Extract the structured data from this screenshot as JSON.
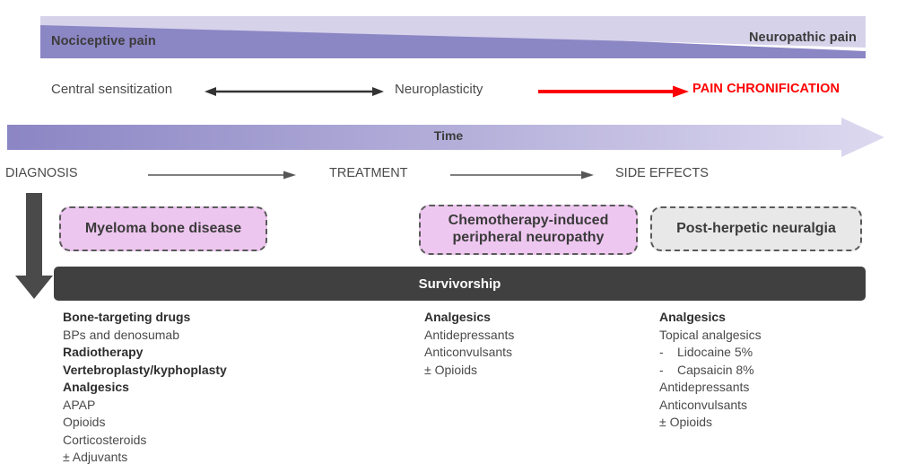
{
  "banner": {
    "left_label": "Nociceptive pain",
    "right_label": "Neuropathic pain",
    "colors": {
      "nociceptive_wedge": "#8b86c4",
      "neuropathic_wedge": "#d6d2ea"
    }
  },
  "mechanism_row": {
    "central_sensitization": "Central sensitization",
    "neuroplasticity": "Neuroplasticity",
    "pain_chronification": "PAIN CHRONIFICATION",
    "chronification_color": "#ff0000"
  },
  "time_axis": {
    "label": "Time",
    "gradient_start": "#8b86c4",
    "gradient_end": "#ded9f0"
  },
  "stage_row": {
    "diagnosis": "DIAGNOSIS",
    "treatment": "TREATMENT",
    "side_effects": "SIDE EFFECTS"
  },
  "conditions": [
    {
      "name": "Myeloma bone disease",
      "fill": "#edc6ef",
      "border": "#5a5a5a"
    },
    {
      "name": "Chemotherapy-induced peripheral neuropathy",
      "line1": "Chemotherapy-induced",
      "line2": "peripheral neuropathy",
      "fill": "#eec7f0",
      "border": "#5a5a5a"
    },
    {
      "name": "Post-herpetic neuralgia",
      "fill": "#e8e8e8",
      "border": "#5a5a5a"
    }
  ],
  "survivorship": {
    "label": "Survivorship",
    "fill": "#404040",
    "text_color": "#ffffff"
  },
  "treatment_columns": [
    {
      "id": "myeloma-bone-disease-treatments",
      "lines": [
        {
          "text": "Bone-targeting drugs",
          "bold": true,
          "sub": false
        },
        {
          "text": "BPs and denosumab",
          "bold": false,
          "sub": false
        },
        {
          "text": "Radiotherapy",
          "bold": true,
          "sub": false
        },
        {
          "text": "Vertebroplasty/kyphoplasty",
          "bold": true,
          "sub": false
        },
        {
          "text": "Analgesics",
          "bold": true,
          "sub": false
        },
        {
          "text": "APAP",
          "bold": false,
          "sub": false
        },
        {
          "text": "Opioids",
          "bold": false,
          "sub": false
        },
        {
          "text": "Corticosteroids",
          "bold": false,
          "sub": false
        },
        {
          "text": "± Adjuvants",
          "bold": false,
          "sub": false
        }
      ]
    },
    {
      "id": "cipn-treatments",
      "lines": [
        {
          "text": "Analgesics",
          "bold": true,
          "sub": false
        },
        {
          "text": "Antidepressants",
          "bold": false,
          "sub": false
        },
        {
          "text": "Anticonvulsants",
          "bold": false,
          "sub": false
        },
        {
          "text": "± Opioids",
          "bold": false,
          "sub": false
        }
      ]
    },
    {
      "id": "post-herpetic-neuralgia-treatments",
      "lines": [
        {
          "text": "Analgesics",
          "bold": true,
          "sub": false
        },
        {
          "text": "Topical analgesics",
          "bold": false,
          "sub": false
        },
        {
          "text": "Lidocaine 5%",
          "bold": false,
          "sub": true
        },
        {
          "text": "Capsaicin 8%",
          "bold": false,
          "sub": true
        },
        {
          "text": "Antidepressants",
          "bold": false,
          "sub": false
        },
        {
          "text": "Anticonvulsants",
          "bold": false,
          "sub": false
        },
        {
          "text": "± Opioids",
          "bold": false,
          "sub": false
        }
      ]
    }
  ]
}
